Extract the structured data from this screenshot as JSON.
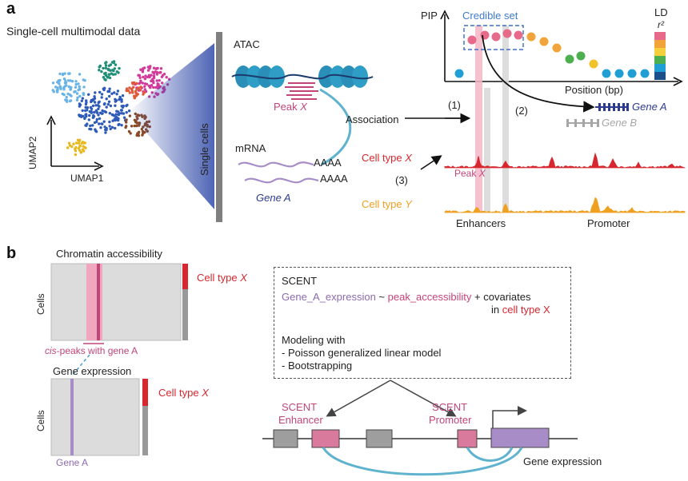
{
  "panel_a": {
    "letter": "a",
    "title": "Single-cell multimodal data",
    "umap_y": "UMAP2",
    "umap_x": "UMAP1",
    "single_cells": "Single cells",
    "atac": "ATAC",
    "peak_prefix": "Peak ",
    "peak_var": "X",
    "association": "Association",
    "mrna": "mRNA",
    "polya_1": "AAAA",
    "polya_2": "AAAA",
    "gene_a": "Gene A",
    "pip": "PIP",
    "credible_set": "Credible set",
    "ld_label": "LD",
    "ld_r2": "r²",
    "position_label": "Position (bp)",
    "step1": "(1)",
    "step2": "(2)",
    "step3": "(3)",
    "gene_a_track": "Gene A",
    "gene_b_track": "Gene B",
    "cell_type_x_prefix": "Cell type ",
    "cell_type_x_var": "X",
    "cell_type_y_prefix": "Cell type ",
    "cell_type_y_var": "Y",
    "peak_x_track_prefix": "Peak ",
    "peak_x_track_var": "X",
    "enhancers": "Enhancers",
    "promoter": "Promoter"
  },
  "panel_b": {
    "letter": "b",
    "chromatin": "Chromatin accessibility",
    "cells_1": "Cells",
    "cell_type_1_prefix": "Cell type ",
    "cell_type_1_var": "X",
    "cis_peaks_italic": "cis",
    "cis_peaks_rest": "-peaks with gene A",
    "gene_expression_title": "Gene expression",
    "cells_2": "Cells",
    "cell_type_2_prefix": "Cell type ",
    "cell_type_2_var": "X",
    "gene_a_bottom": "Gene A",
    "scent_title": "SCENT",
    "formula_expr": "Gene_A_expression",
    "formula_tilde": " ~ ",
    "formula_peak": "peak_accessibility",
    "formula_cov": " + covariates",
    "formula_in": "in ",
    "formula_ct": "cell type X",
    "modeling": "Modeling with",
    "bullet1": " - Poisson generalized linear model",
    "bullet2": " - Bootstrapping",
    "scent_enh_1": "SCENT",
    "scent_enh_2": "Enhancer",
    "scent_prom_1": "SCENT",
    "scent_prom_2": "Promoter",
    "gene_expression_bottom": "Gene expression"
  },
  "colors": {
    "pink": "#c2457a",
    "red": "#d7262e",
    "orange": "#f0a020",
    "navy": "#2d3b8f",
    "teal": "#2a8fb8",
    "purple": "#a88cc8",
    "grey_box": "#999999"
  }
}
